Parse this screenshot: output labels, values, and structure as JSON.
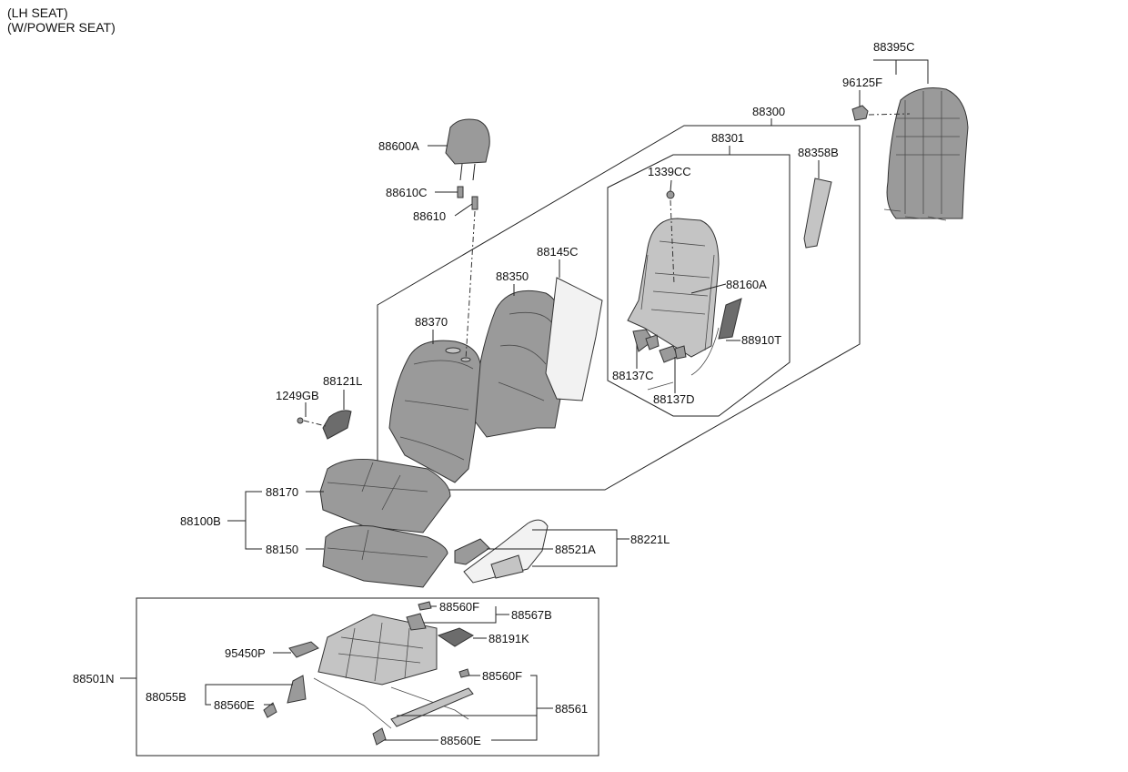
{
  "header": {
    "line1": "(LH SEAT)",
    "line2": "(W/POWER SEAT)"
  },
  "labels": {
    "p88395C": "88395C",
    "p96125F": "96125F",
    "p88300": "88300",
    "p88301": "88301",
    "p88358B": "88358B",
    "p1339CC": "1339CC",
    "p88600A": "88600A",
    "p88610C": "88610C",
    "p88610": "88610",
    "p88145C": "88145C",
    "p88350": "88350",
    "p88160A": "88160A",
    "p88370": "88370",
    "p88910T": "88910T",
    "p88137C": "88137C",
    "p88137D": "88137D",
    "p88121L": "88121L",
    "p1249GB": "1249GB",
    "p88170": "88170",
    "p88100B": "88100B",
    "p88150": "88150",
    "p88521A": "88521A",
    "p88221L": "88221L",
    "p88560F_a": "88560F",
    "p88567B": "88567B",
    "p88191K": "88191K",
    "p95450P": "95450P",
    "p88501N": "88501N",
    "p88560F_b": "88560F",
    "p88055B": "88055B",
    "p88560E_a": "88560E",
    "p88561": "88561",
    "p88560E_b": "88560E"
  }
}
